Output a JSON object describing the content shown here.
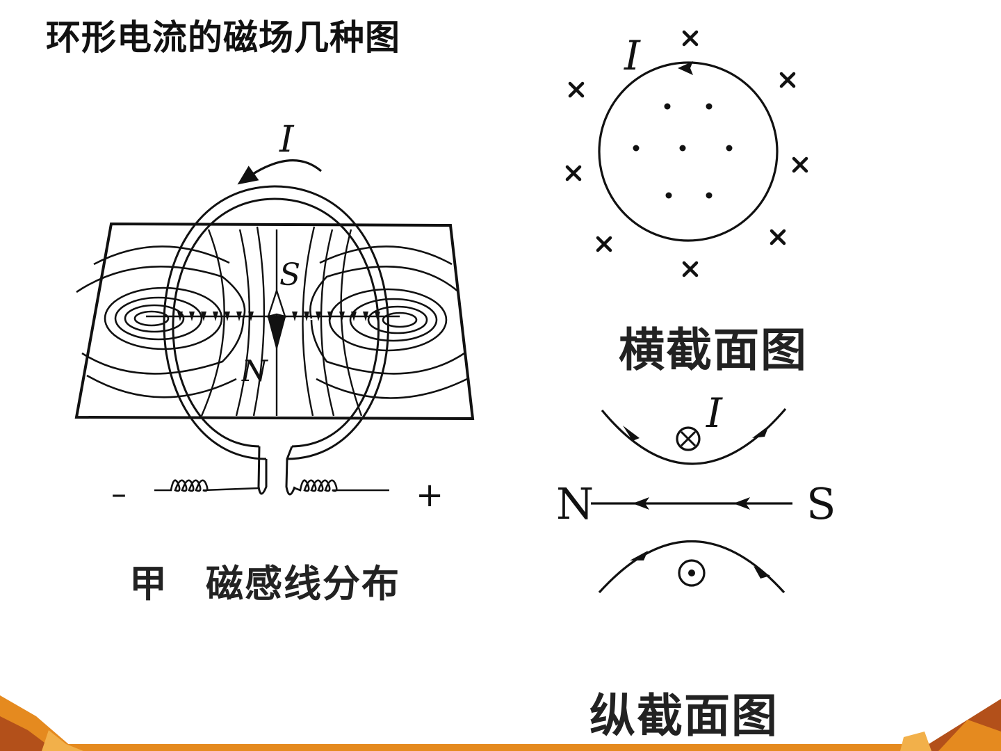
{
  "title": "环形电流的磁场几种图",
  "left_figure": {
    "current_label": "I",
    "south_label": "S",
    "north_label": "N",
    "minus_sign": "–",
    "plus_sign": "+",
    "caption_prefix": "甲",
    "caption_text": "磁感线分布"
  },
  "cross_section": {
    "current_label": "I",
    "caption": "横截面图"
  },
  "longitudinal_section": {
    "current_label": "I",
    "north_label": "N",
    "south_label": "S",
    "caption": "纵截面图"
  },
  "colors": {
    "line": "#111111",
    "accent_orange": "#e58a1f",
    "accent_dark": "#b3501a"
  }
}
